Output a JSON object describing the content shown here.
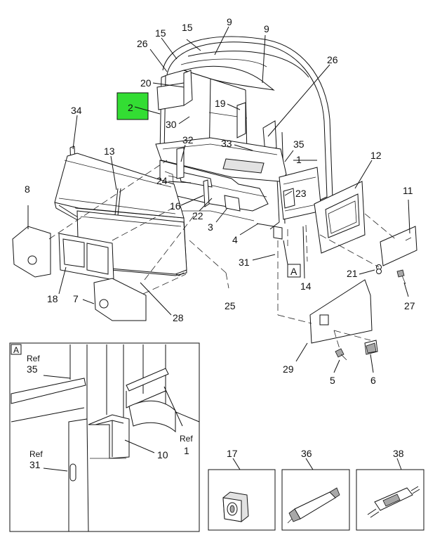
{
  "highlight": {
    "label": "2",
    "color": "#33dd33"
  },
  "callouts": {
    "c15a": "15",
    "c15b": "15",
    "c9a": "9",
    "c9b": "9",
    "c26a": "26",
    "c26b": "26",
    "c20": "20",
    "c19": "19",
    "c30": "30",
    "c34": "34",
    "c13": "13",
    "c32": "32",
    "c33": "33",
    "c35": "35",
    "c1": "1",
    "c12": "12",
    "c24": "24",
    "c23": "23",
    "c16": "16",
    "c22": "22",
    "c3": "3",
    "c8": "8",
    "c11": "11",
    "c4": "4",
    "c31": "31",
    "c14": "14",
    "c21": "21",
    "c27": "27",
    "c18": "18",
    "c7": "7",
    "c25": "25",
    "c28": "28",
    "c29": "29",
    "c5": "5",
    "c6": "6"
  },
  "view_flag": "A",
  "detail": {
    "flag": "A",
    "ref35_word": "Ref",
    "ref35_num": "35",
    "ref31_word": "Ref",
    "ref31_num": "31",
    "ref1_word": "Ref",
    "ref1_num": "1",
    "c10": "10"
  },
  "kits": [
    {
      "num": "17",
      "icon": "grommet-icon"
    },
    {
      "num": "36",
      "icon": "tube-icon"
    },
    {
      "num": "38",
      "icon": "wire-connector-icon"
    }
  ]
}
